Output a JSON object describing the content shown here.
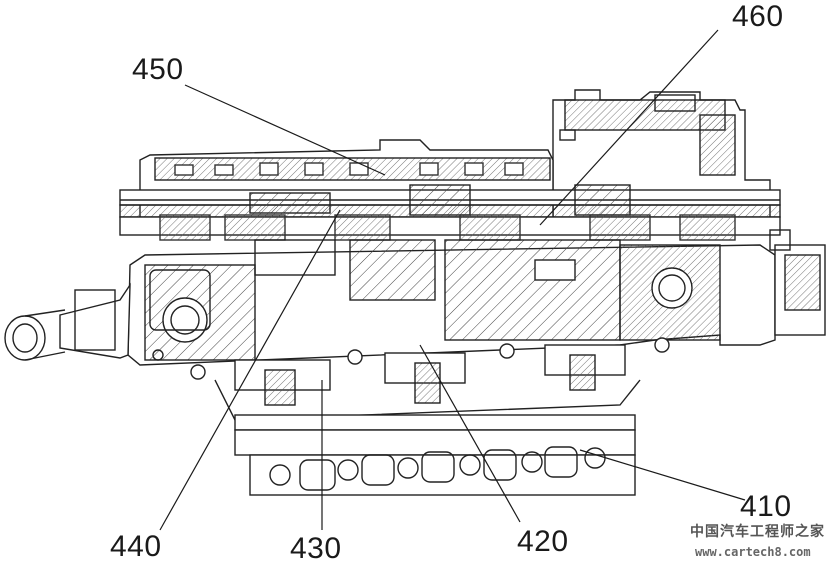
{
  "callouts": {
    "c460": "460",
    "c450": "450",
    "c410": "410",
    "c440": "440",
    "c430": "430",
    "c420": "420"
  },
  "watermark": {
    "text": "中国汽车工程师之家",
    "url": "www.cartech8.com"
  }
}
